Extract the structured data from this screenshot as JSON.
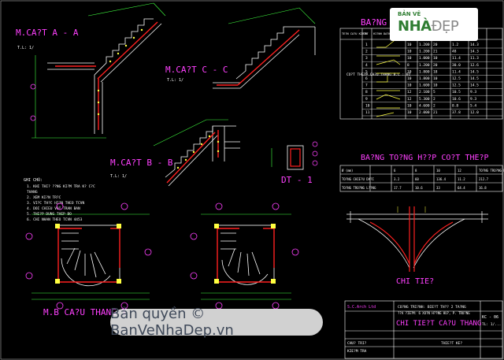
{
  "labels": {
    "section_a": "M.CA?T A - A",
    "section_c": "M.CA?T C - C",
    "section_b": "M.CA?T B - B",
    "detail_dt": "DT - 1",
    "plan_title": "M.B CA?U THANG T",
    "detail_title": "CHI TIE?",
    "notes_header": "GHI CHÚ:",
    "scale_a": "T.L: 1/",
    "scale_c": "T.L: 1/",
    "scale_b": "T.L: 1/"
  },
  "notes": [
    "1. KHI THI? ??NG KI?M TRA K? C?C",
    "   THANG",
    "2. XEM KI?N TR?C",
    "3. VI?C TH?C HI?N THEO TCVN",
    "4. DOI CHIEU VOI TRAN BAN",
    "5. THI?P DUNG THEP BO",
    "6. CHI NHAN THEO TCVN 4453"
  ],
  "steel_table": {
    "title": "BA?NG ...",
    "headers": [
      "TE?N CA?U KIE?N",
      "STT",
      "HI?NH DA?NG",
      "Ø",
      "S.L",
      "DA?I",
      "T.L",
      "T?NG"
    ],
    "group_label": "CO?T THE?P CA?U THANG B.L : 02",
    "rows": [
      [
        "1",
        "10",
        "1.200",
        "20",
        "1.2",
        "14.3"
      ],
      [
        "2",
        "10",
        "1.200",
        "21",
        "48",
        "14.3"
      ],
      [
        "3",
        "10",
        "1.000",
        "10",
        "11.4",
        "11.3"
      ],
      [
        "4",
        "8",
        "1.200",
        "20",
        "30.0",
        "12.6"
      ],
      [
        "5",
        "10",
        "1.800",
        "18",
        "11.4",
        "14.5"
      ],
      [
        "6",
        "10",
        "1.800",
        "10",
        "12.5",
        "14.5"
      ],
      [
        "7",
        "10",
        "1.600",
        "10",
        "12.5",
        "14.5"
      ],
      [
        "8",
        "12",
        "2.100",
        "5",
        "10.5",
        "9.3"
      ],
      [
        "9",
        "12",
        "5.300",
        "2",
        "10.6",
        "9.3"
      ],
      [
        "10",
        "10",
        "4.600",
        "2",
        "8.8",
        "5.4"
      ],
      [
        "11",
        "10",
        "2.000",
        "21",
        "37.8",
        "12.0"
      ]
    ]
  },
  "summary_table": {
    "title": "BA?NG TO?NG H??P CO?T THE?P",
    "headers": [
      "Ø (mm)",
      "6",
      "8",
      "10",
      "12",
      "TO?NG TRO?NG L??NG"
    ],
    "rows": [
      [
        "TO?NG CHIE?U DA?I",
        "",
        "3.2",
        "60",
        "136.4",
        "11.2",
        "212.7"
      ],
      [
        "TO?NG TRO?NG L??NG",
        "",
        "17.7",
        "10.6",
        "33",
        "64.4",
        "16.8"
      ]
    ]
  },
  "title_block": {
    "company": "S.C.Arch Ltd",
    "project": "CO?NG TRI?NH: BIE?T TH?? 2 TA?NG",
    "address": "??A ?IE?M: 6 XU?N H??NG HU?, P. TRU?NG",
    "drawing_title": "CHI TIE?T CA?U THANG",
    "sheet": "KC - 06",
    "scale": "TL: 1/...",
    "role_1": "CHU? TRI?",
    "role_2": "KIE?M TRA",
    "role_3": "THIE?T KE?"
  },
  "logo": {
    "top": "BẢN VẼ",
    "main": "NHÀ",
    "suffix": "ĐẸP"
  },
  "watermark": "Bản quyền © BanVeNhaDep.vn",
  "colors": {
    "background": "#000000",
    "magenta": "#ff40ff",
    "white": "#ffffff",
    "red": "#ff2020",
    "yellow": "#ffff40",
    "cyan": "#40ffff",
    "green": "#40ff40",
    "blue": "#4060ff"
  }
}
